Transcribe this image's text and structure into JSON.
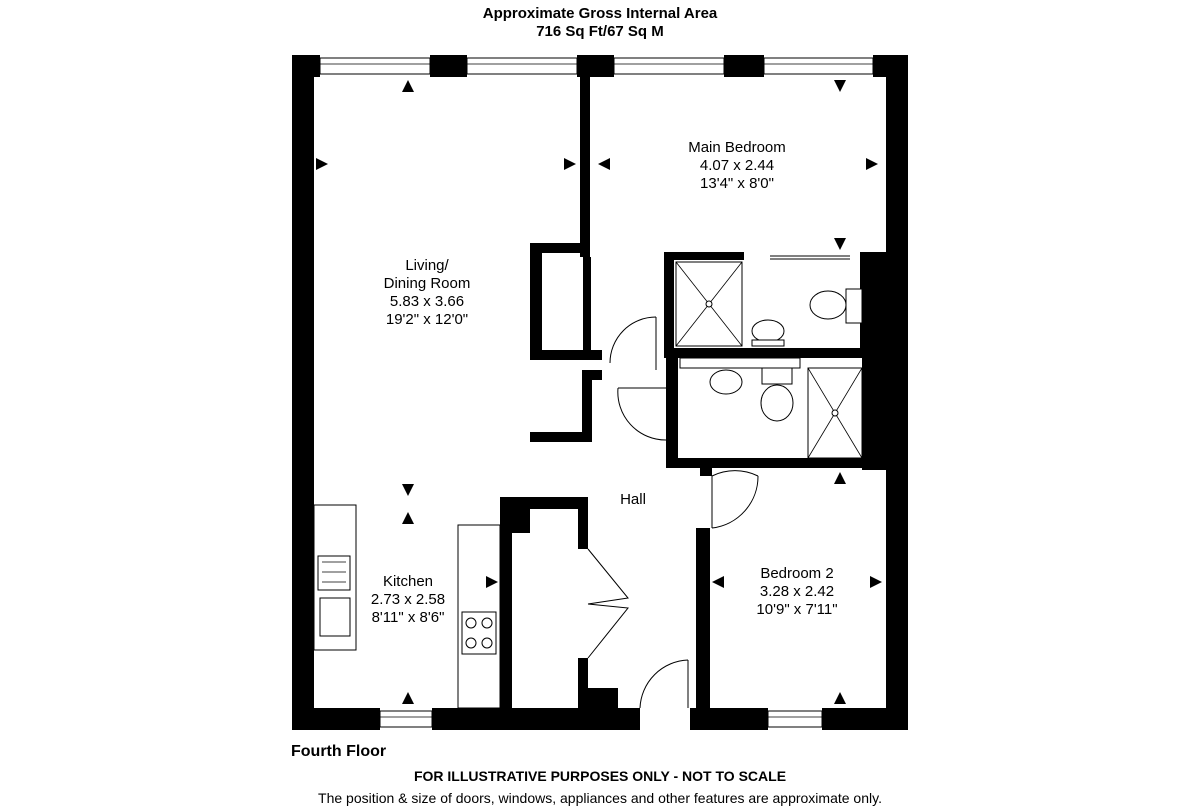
{
  "header": {
    "line1": "Approximate Gross Internal Area",
    "line2": "716 Sq Ft/67 Sq M"
  },
  "rooms": {
    "main_bedroom": {
      "name": "Main Bedroom",
      "metric": "4.07 x 2.44",
      "imperial": "13'4\" x 8'0\""
    },
    "living": {
      "name1": "Living/",
      "name2": "Dining Room",
      "metric": "5.83 x 3.66",
      "imperial": "19'2\" x 12'0\""
    },
    "hall": {
      "name": "Hall"
    },
    "kitchen": {
      "name": "Kitchen",
      "metric": "2.73 x 2.58",
      "imperial": "8'11\" x 8'6\""
    },
    "bedroom2": {
      "name": "Bedroom 2",
      "metric": "3.28 x 2.42",
      "imperial": "10'9\" x 7'11\""
    }
  },
  "footer": {
    "floor": "Fourth Floor",
    "disclaimer": "FOR ILLUSTRATIVE PURPOSES ONLY - NOT TO SCALE",
    "note": "The position & size of doors, windows, appliances and other features are approximate only."
  }
}
